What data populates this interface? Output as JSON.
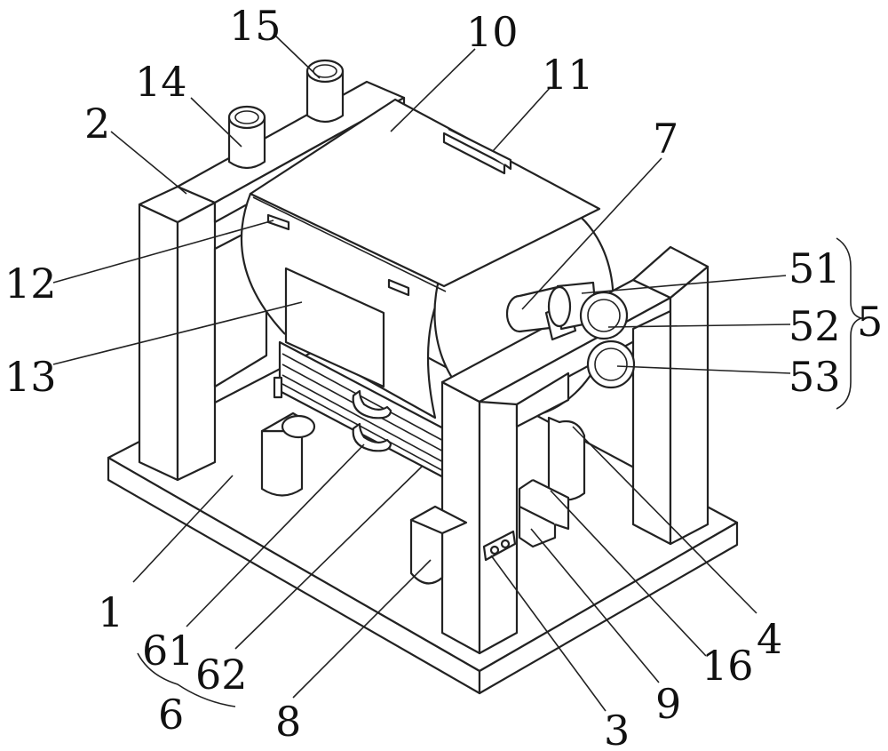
{
  "labels": {
    "l1": "1",
    "l2": "2",
    "l3": "3",
    "l4": "4",
    "l5": "5",
    "l51": "51",
    "l52": "52",
    "l53": "53",
    "l6": "6",
    "l61": "61",
    "l62": "62",
    "l7": "7",
    "l8": "8",
    "l9": "9",
    "l10": "10",
    "l11": "11",
    "l12": "12",
    "l13": "13",
    "l14": "14",
    "l15": "15",
    "l16": "16"
  }
}
